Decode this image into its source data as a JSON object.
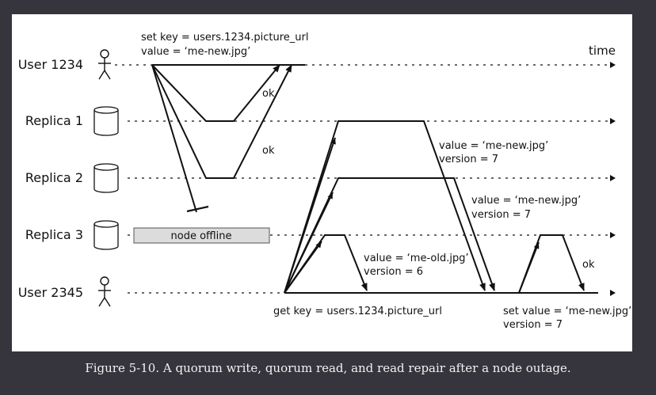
{
  "diagram": {
    "participants": [
      {
        "label": "User 1234",
        "kind": "user"
      },
      {
        "label": "Replica 1",
        "kind": "database"
      },
      {
        "label": "Replica 2",
        "kind": "database"
      },
      {
        "label": "Replica 3",
        "kind": "database"
      },
      {
        "label": "User 2345",
        "kind": "user"
      }
    ],
    "time_label": "time",
    "offline_label": "node offline",
    "write_request": {
      "line1": "set key = users.1234.picture_url",
      "line2": "value = ‘me-new.jpg’"
    },
    "ack_labels": {
      "replica1": "ok",
      "replica2": "ok",
      "repair": "ok"
    },
    "read_responses": {
      "replica1": {
        "line1": "value = ‘me-new.jpg’",
        "line2": "version = 7"
      },
      "replica2": {
        "line1": "value = ‘me-new.jpg’",
        "line2": "version = 7"
      },
      "replica3": {
        "line1": "value = ‘me-old.jpg’",
        "line2": "version = 6"
      }
    },
    "read_request": "get key = users.1234.picture_url",
    "repair_request": {
      "line1": "set value = ‘me-new.jpg’",
      "line2": "version = 7"
    }
  },
  "caption": "Figure 5-10. A quorum write, quorum read, and read repair after a node outage."
}
